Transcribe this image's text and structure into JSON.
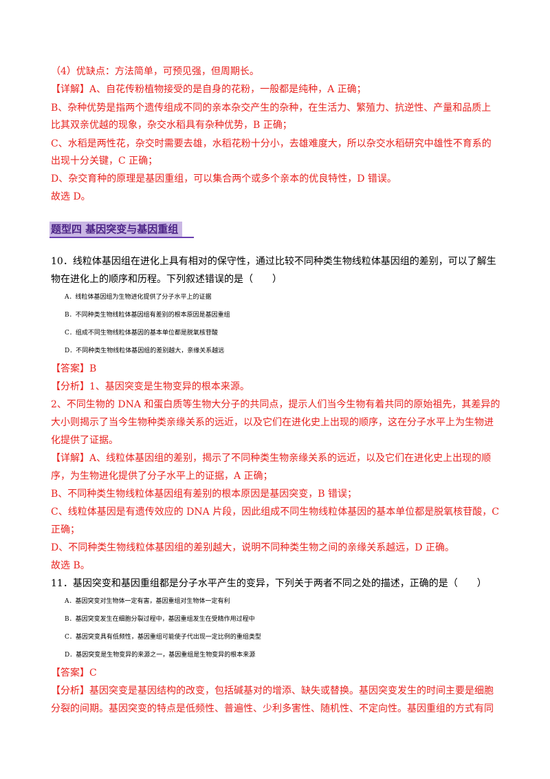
{
  "lines": {
    "l1": "（4）优缺点：方法简单，可预见强，但周期长。",
    "l2": "【详解】A、自花传粉植物接受的是自身的花粉，一般都是纯种，A 正确；",
    "l3": "B、杂种优势是指两个遗传组成不同的亲本杂交产生的杂种，在生活力、繁殖力、抗逆性、产量和品质上",
    "l4": "比其双亲优越的现象，杂交水稻具有杂种优势，B 正确；",
    "l5": "C、水稻是两性花，杂交时需要去雄，水稻花粉十分小，去雄难度大，所以杂交水稻研究中雄性不育系的",
    "l6": "出现十分关键，C 正确；",
    "l7": "D、杂交育种的原理是基因重组，可以集合两个或多个亲本的优良特性，D 错误。",
    "l8": "故选 D。"
  },
  "section_title": "题型四  基因突变与基因重组",
  "q10": {
    "stem1": "10．线粒体基因组在进化上具有相对的保守性，通过比较不同种类生物线粒体基因组的差别，可以了解生",
    "stem2": "物在进化上的顺序和历程。下列叙述错误的是（　　）",
    "A": "A．线粒体基因组为生物进化提供了分子水平上的证据",
    "B": "B．不同种类生物线粒体基因组有差别的根本原因是基因重组",
    "C": "C．组成不同生物线粒体基因的基本单位都是脱氧核苷酸",
    "D": "D．不同种类生物线粒体基因组的差别越大，亲缘关系越远",
    "answer": "【答案】B",
    "a1": "【分析】1、基因突变是生物变异的根本来源。",
    "a2": "2、不同生物的 DNA 和蛋白质等生物大分子的共同点，提示人们当今生物有着共同的原始祖先，其差异的",
    "a3": "大小则揭示了当今生物种类亲缘关系的远近，以及它们在进化史上出现的顺序，这在分子水平上为生物进",
    "a4": "化提供了证据。",
    "d1": "【详解】A、线粒体基因组的差别，揭示了不同种类生物亲缘关系的远近，以及它们在进化史上出现的顺",
    "d2": "序，为生物进化提供了分子水平上的证据，A 正确；",
    "d3": "B、不同种类生物线粒体基因组有差别的根本原因是基因突变，B 错误；",
    "d4": "C、线粒体基因是有遗传效应的 DNA 片段，因此组成不同生物线粒体基因的基本单位都是脱氧核苷酸，C",
    "d5": "正确；",
    "d6": "D、不同种类生物线粒体基因组的差别越大，说明不同种类生物之间的亲缘关系越远，D 正确。",
    "end": "故选 B。"
  },
  "q11": {
    "stem1": "11．基因突变和基因重组都是分子水平产生的变异，下列关于两者不同之处的描述，正确的是（　　）",
    "A": "A．基因突变对生物体一定有害，基因重组对生物体一定有利",
    "B": "B．基因突变发生在细胞分裂过程中，基因重组发生在受精作用过程中",
    "C": "C．基因突变具有低频性，基因重组可能使子代出现一定比例的重组类型",
    "D": "D．基因突变是生物变异的来源之一，基因重组是生物变异的根本来源",
    "answer": "【答案】C",
    "a1": "【分析】基因突变是基因结构的改变，包括碱基对的增添、缺失或替换。基因突变发生的时间主要是细胞",
    "a2": "分裂的间期。基因突变的特点是低频性、普遍性、少利多害性、随机性、不定向性。基因重组的方式有同"
  }
}
